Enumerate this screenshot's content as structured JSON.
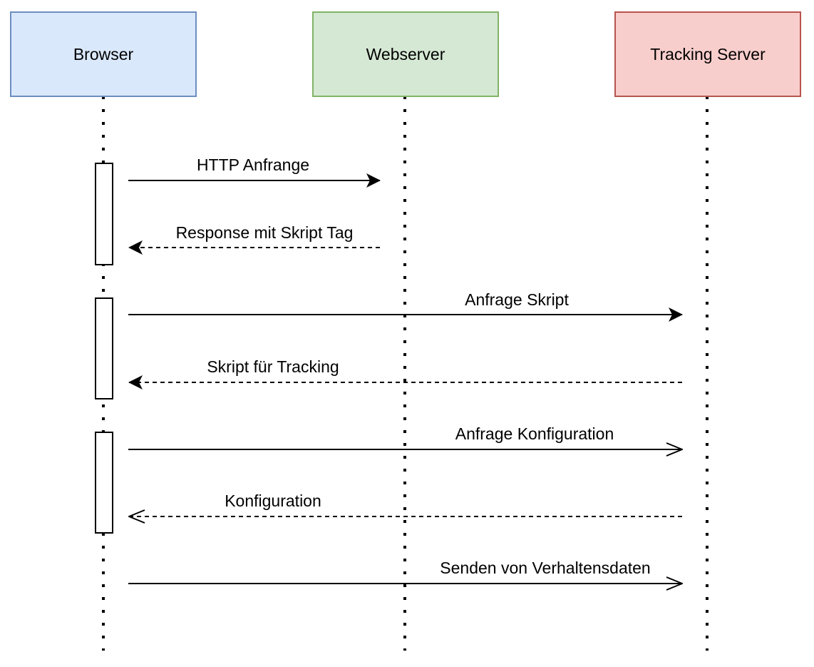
{
  "participants": [
    {
      "name": "Browser",
      "fill": "#dae8fc",
      "stroke": "#6c8ebf"
    },
    {
      "name": "Webserver",
      "fill": "#d5e8d4",
      "stroke": "#82b366"
    },
    {
      "name": "Tracking Server",
      "fill": "#f8cecc",
      "stroke": "#b85450"
    }
  ],
  "messages": [
    {
      "label": "HTTP Anfrange",
      "from": "Browser",
      "to": "Webserver",
      "style": "solid",
      "arrowhead": "filled"
    },
    {
      "label": "Response mit Skript Tag",
      "from": "Webserver",
      "to": "Browser",
      "style": "dashed",
      "arrowhead": "filled"
    },
    {
      "label": "Anfrage Skript",
      "from": "Browser",
      "to": "Tracking Server",
      "style": "solid",
      "arrowhead": "filled"
    },
    {
      "label": "Skript für Tracking",
      "from": "Tracking Server",
      "to": "Browser",
      "style": "dashed",
      "arrowhead": "filled"
    },
    {
      "label": "Anfrage Konfiguration",
      "from": "Browser",
      "to": "Tracking Server",
      "style": "solid",
      "arrowhead": "open"
    },
    {
      "label": "Konfiguration",
      "from": "Tracking Server",
      "to": "Browser",
      "style": "dashed",
      "arrowhead": "open"
    },
    {
      "label": "Senden von Verhaltensdaten",
      "from": "Browser",
      "to": "Tracking Server",
      "style": "solid",
      "arrowhead": "open"
    }
  ]
}
